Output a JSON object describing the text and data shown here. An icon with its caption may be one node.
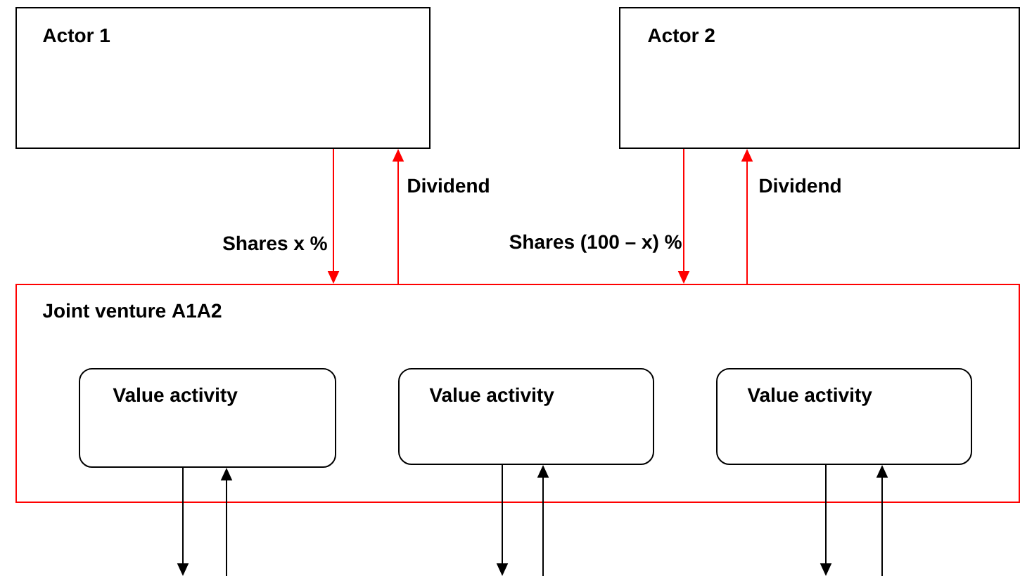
{
  "diagram": {
    "nodes": [
      {
        "text": [
          "Actor 1"
        ]
      },
      {
        "text": [
          "Actor 2"
        ]
      },
      {
        "text": [
          "Joint venture A1A2"
        ]
      },
      {
        "text": [
          "Value activity"
        ],
        "in": 2
      },
      {
        "text": [
          "Value activity"
        ],
        "in": 2
      },
      {
        "text": [
          "Value activity"
        ],
        "in": 2
      }
    ],
    "edges": [
      {
        "from": 0,
        "to": 2,
        "arrow": "to",
        "label": "Shares  x %",
        "color": "#ff0000"
      },
      {
        "from": 2,
        "to": 0,
        "arrow": "to",
        "label": "Dividend",
        "color": "#ff0000"
      },
      {
        "from": 1,
        "to": 2,
        "arrow": "to",
        "label": "Shares (100 – x) %",
        "color": "#ff0000"
      },
      {
        "from": 2,
        "to": 1,
        "arrow": "to",
        "label": "Dividend",
        "color": "#ff0000"
      },
      {
        "from": 3,
        "to": null,
        "arrow": "to"
      },
      {
        "from": null,
        "to": 3,
        "arrow": "to"
      },
      {
        "from": 4,
        "to": null,
        "arrow": "to"
      },
      {
        "from": null,
        "to": 4,
        "arrow": "to"
      },
      {
        "from": 5,
        "to": null,
        "arrow": "to"
      },
      {
        "from": null,
        "to": 5,
        "arrow": "to"
      }
    ]
  }
}
